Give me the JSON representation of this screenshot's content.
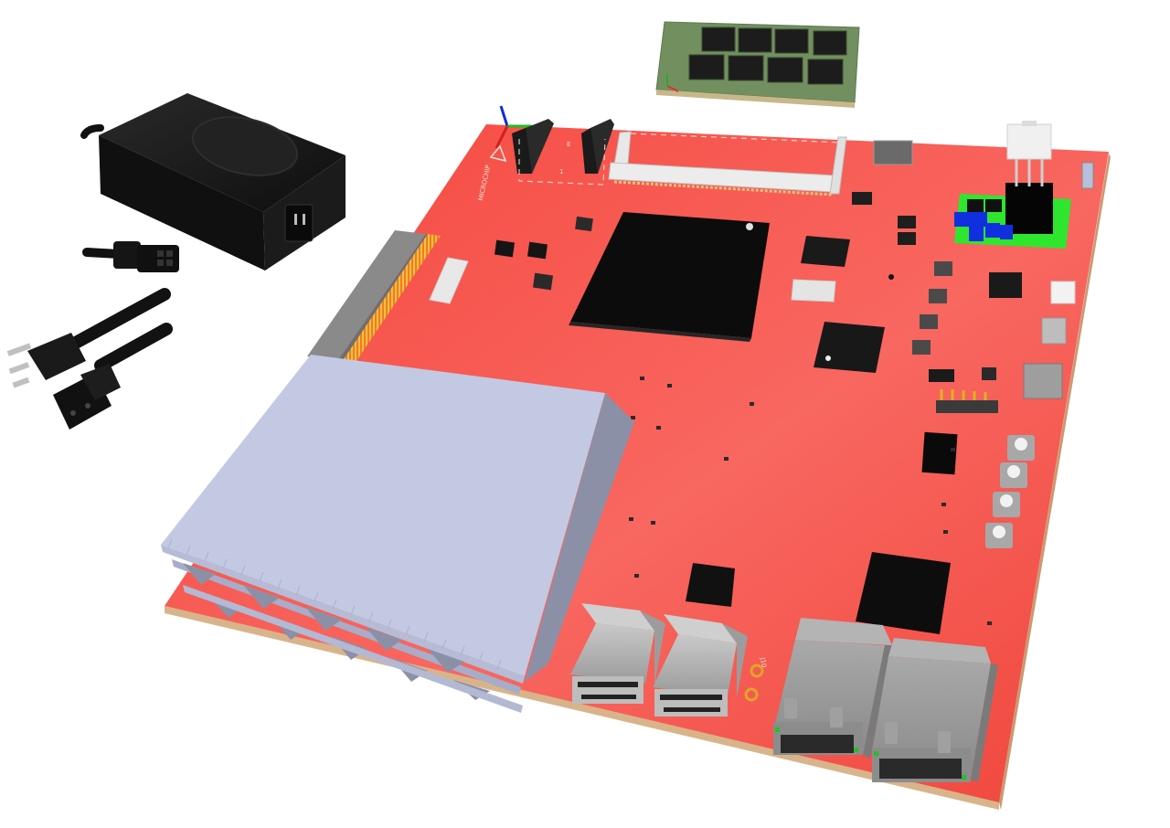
{
  "scene": {
    "description": "3D render of a red development board kit with power adapter, cables and SO-DIMM memory module",
    "background": "#ffffff"
  },
  "colors": {
    "pcb_red": "#f2473d",
    "pcb_red_light": "#f76158",
    "pcb_edge": "#d8b48a",
    "chip_black": "#111111",
    "shield_top": "#c3c9e3",
    "shield_side": "#8c90a6",
    "metal_grey": "#a6a6a6",
    "dimm_green": "#6d8a5b",
    "power_module_green": "#2ee62e",
    "cap_blue": "#1030e0",
    "adapter_black": "#141414",
    "gold_pins": "#e0a32a"
  },
  "components": {
    "power_adapter": {
      "label": "power-adapter"
    },
    "dc_connector": {
      "label": "dc-output-connector"
    },
    "ac_cord": {
      "label": "ac-power-cord"
    },
    "memory_module": {
      "label": "so-dimm-module",
      "chip_count": 8
    },
    "main_soc": {
      "label": "main-soc"
    },
    "ethernet_ports": {
      "count": 2
    },
    "usb_ports": {
      "count": 2
    },
    "push_buttons": {
      "count": 4
    },
    "pin_headers": {
      "count": 2
    },
    "silkscreen": {
      "header_number": "1",
      "header_label": "E",
      "usb_ref": "J10"
    }
  }
}
